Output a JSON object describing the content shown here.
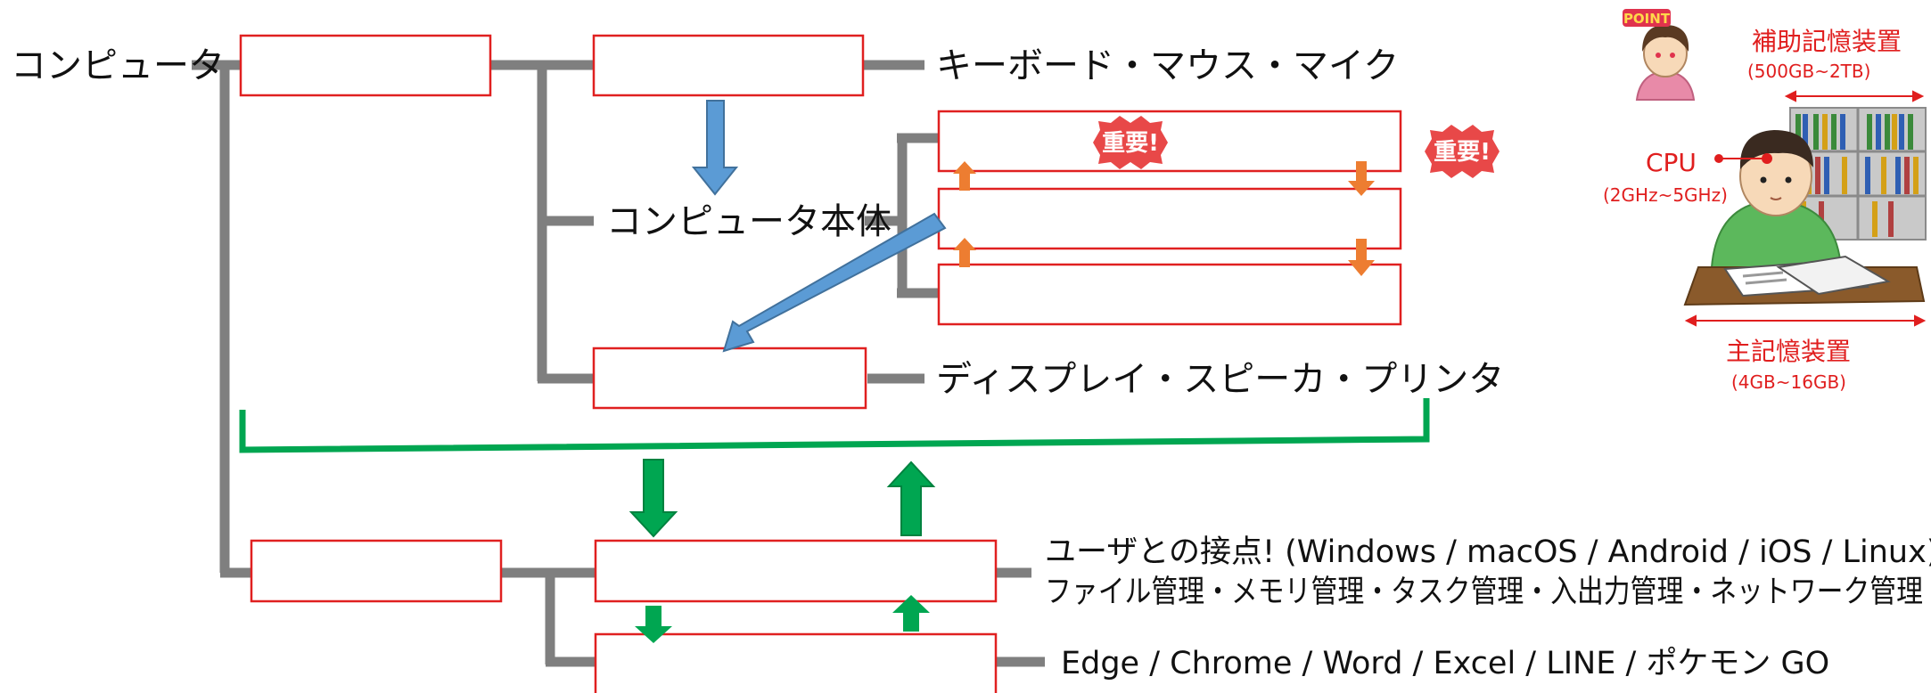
{
  "labels": {
    "computer": "コンピュータ",
    "computer_body": "コンピュータ本体",
    "input_examples": "キーボード・マウス・マイク",
    "output_examples": "ディスプレイ・スピーカ・プリンタ",
    "os_desc_1": "ユーザとの接点! (Windows / macOS / Android / iOS / Linux)",
    "os_desc_2": "ファイル管理・メモリ管理・タスク管理・入出力管理・ネットワーク管理",
    "apps": "Edge / Chrome / Word / Excel / LINE / ポケモン GO"
  },
  "badges": {
    "important": "重要!"
  },
  "illustration": {
    "point_badge": "POINT",
    "aux_storage": "補助記憶装置",
    "aux_storage_range": "(500GB~2TB)",
    "cpu": "CPU",
    "cpu_range": "(2GHz~5GHz)",
    "main_memory": "主記憶装置",
    "main_memory_range": "(4GB~16GB)"
  },
  "colors": {
    "box_border": "#e02020",
    "connector": "#7f7f7f",
    "blue_arrow": "#5b9bd5",
    "orange_arrow": "#ed7d31",
    "green": "#00a651",
    "red_text": "#e01e1e"
  }
}
